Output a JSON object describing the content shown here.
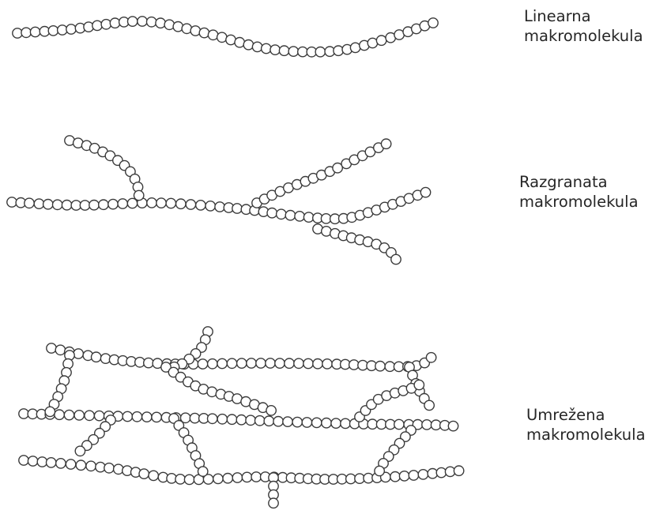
{
  "labels": {
    "linear": {
      "line1": "Linearna",
      "line2": "makromolekula"
    },
    "branched": {
      "line1": "Razgranata",
      "line2": "makromolekula"
    },
    "network": {
      "line1": "Umrežena",
      "line2": "makromolekula"
    }
  }
}
